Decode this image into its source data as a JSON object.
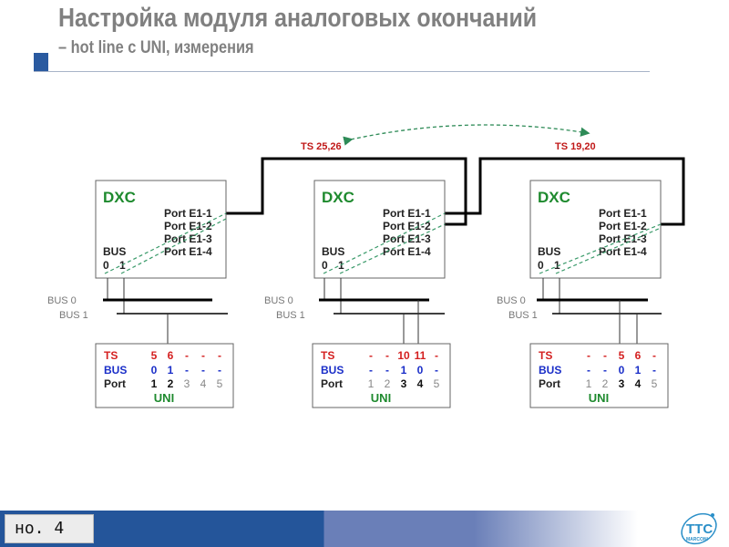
{
  "header": {
    "title": "Настройка модуля аналоговых окончаний",
    "subtitle": "– hot line с UNI, измерения"
  },
  "diagram": {
    "ts_left": "TS 25,26",
    "ts_right": "TS 19,20",
    "dxc": {
      "title": "DXC",
      "ports": [
        "Port E1-1",
        "Port E1-2",
        "Port E1-3",
        "Port E1-4"
      ],
      "bus": "BUS",
      "bus_nums": [
        "0",
        "1"
      ]
    },
    "bus_labels": [
      "BUS 0",
      "BUS 1"
    ],
    "uni": [
      {
        "ts": [
          "5",
          "6",
          "-",
          "-",
          "-"
        ],
        "bus": [
          "0",
          "1",
          "-",
          "-",
          "-"
        ]
      },
      {
        "ts": [
          "-",
          "-",
          "10",
          "11",
          "-"
        ],
        "bus": [
          "-",
          "-",
          "1",
          "0",
          "-"
        ]
      },
      {
        "ts": [
          "-",
          "-",
          "5",
          "6",
          "-"
        ],
        "bus": [
          "-",
          "-",
          "0",
          "1",
          "-"
        ]
      }
    ],
    "uni_labels": {
      "ts": "TS",
      "bus": "BUS",
      "port": "Port",
      "name": "UNI",
      "ports": [
        "1",
        "2",
        "3",
        "4",
        "5"
      ]
    }
  },
  "footer": {
    "page": "но. 4",
    "logo": "TTC MARCONI"
  },
  "colors": {
    "green": "#1e8a2e",
    "red": "#d42020",
    "blue": "#1a2ec8",
    "footer_blue": "#24559a"
  }
}
